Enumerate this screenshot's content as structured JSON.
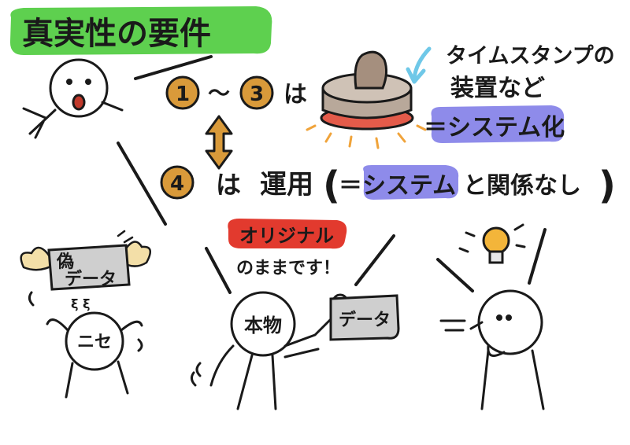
{
  "title": "真実性の要件",
  "callout_timestamp": [
    "タイムスタンプの",
    "装置など"
  ],
  "system_label": "＝システム化",
  "range_text": {
    "one": "1",
    "tilde": "〜",
    "three": "3",
    "ha": "は"
  },
  "four_text": {
    "four": "4",
    "ha": "は",
    "unyou": "運用"
  },
  "paren_note": {
    "open": "(",
    "eq_system": "＝システム",
    "rest": "と関係なし",
    "close": ")"
  },
  "fake_card": {
    "line1": "偽",
    "line2": "データ"
  },
  "fake_person_label": "ニセ",
  "original_bubble": "オリジナル",
  "original_sub": "のままです！",
  "real_person_label": "本物",
  "real_card": "データ",
  "colors": {
    "title_bg": "#5ed04f",
    "system_bg": "#8e8bea",
    "callout_arrow": "#6fc8e8",
    "coin": "#d99a3a",
    "original_bg": "#e23a2e",
    "card": "#cfcfcf",
    "bulb": "#f3b53a"
  },
  "icons": [
    "stamp-icon",
    "lightbulb-icon",
    "wing-icon",
    "double-arrow-icon"
  ]
}
